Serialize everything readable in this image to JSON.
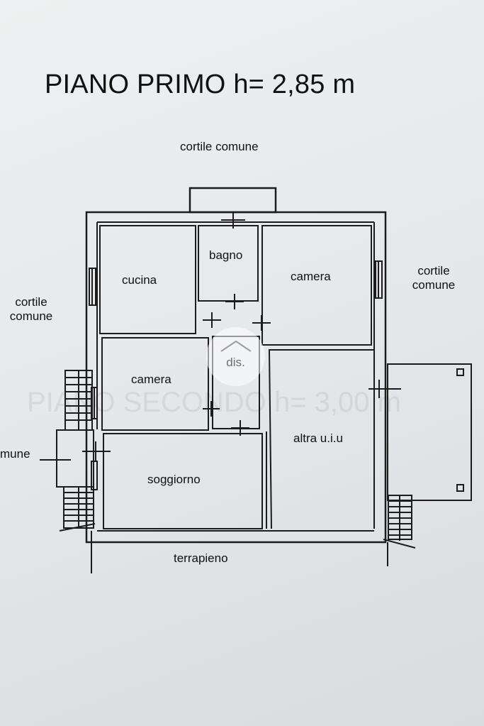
{
  "title": "PIANO PRIMO h= 2,85 m",
  "labels": {
    "cortile_top": "cortile comune",
    "cortile_left_1": "cortile",
    "cortile_left_2": "comune",
    "cortile_right_1": "cortile",
    "cortile_right_2": "comune",
    "comune_cut": "mune",
    "terrapieno": "terrapieno"
  },
  "rooms": {
    "cucina": "cucina",
    "bagno": "bagno",
    "camera_right": "camera",
    "camera_left": "camera",
    "soggiorno": "soggiorno",
    "altra": "altra u.i.u"
  },
  "watermark": {
    "text": "dis.",
    "icon": "house-icon"
  },
  "bleed_through": "PIANO SECONDO h= 3,00 m",
  "colors": {
    "line": "#1c1c1c",
    "paper": "#e9ebec"
  }
}
